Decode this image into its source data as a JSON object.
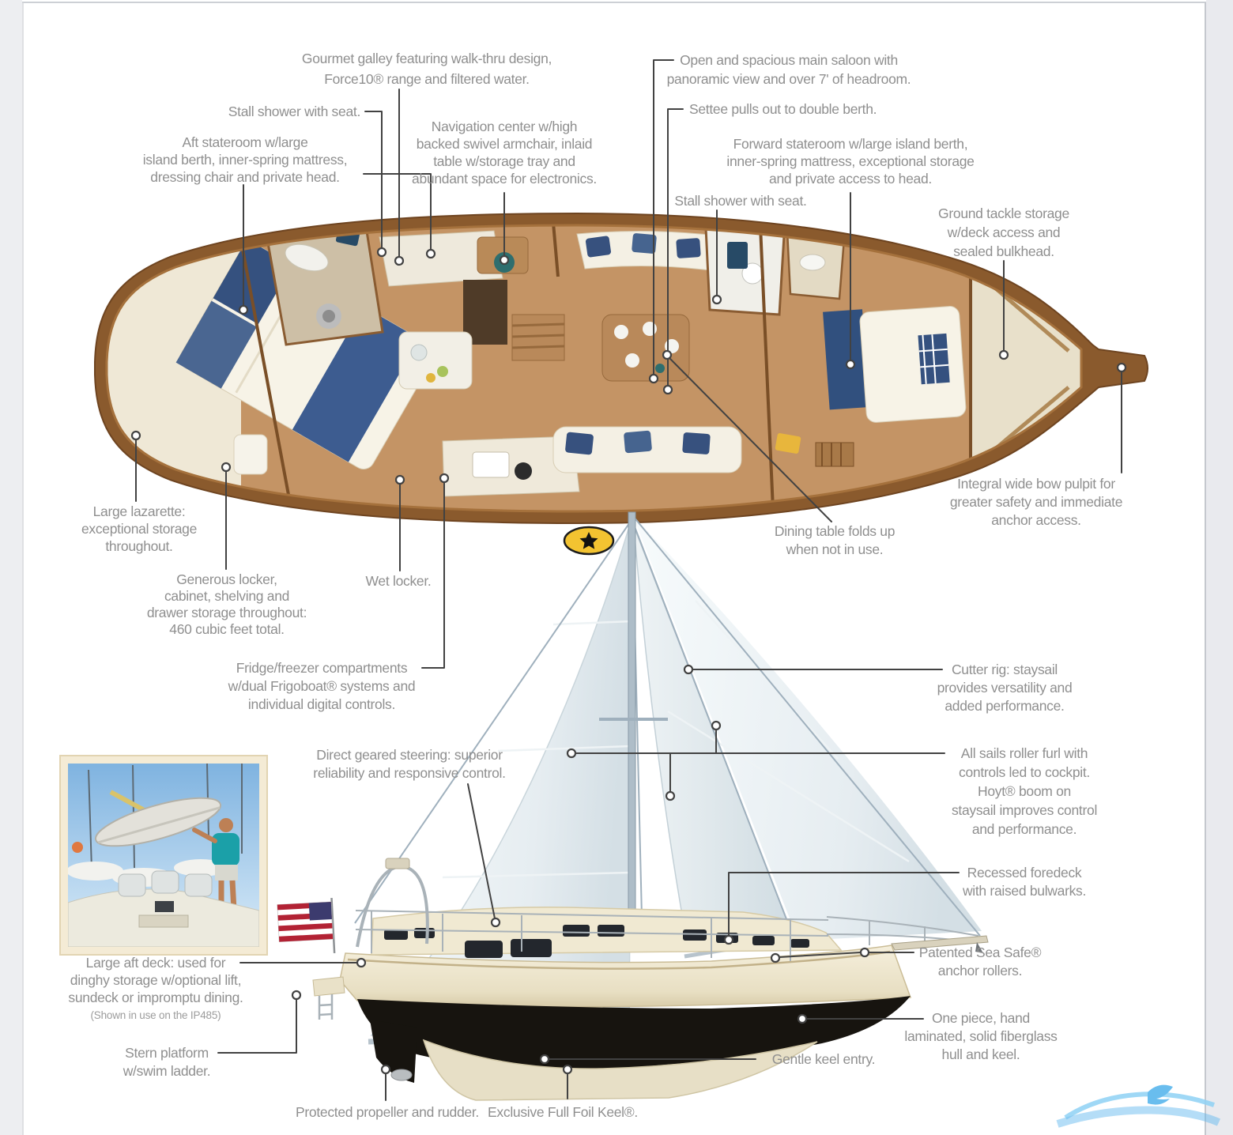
{
  "logo": {
    "icon": "star-in-oval"
  },
  "colors": {
    "label_text": "#8f8f8f",
    "leader_line": "#424242",
    "plan_wood_rim": "#8a5a2d",
    "plan_floor_wood": "#c49465",
    "hull_cream": "#ece4cc",
    "hull_bottom_black": "#17140f",
    "keel_cream": "#e7dfc6",
    "sail_light": "#f6fafb",
    "sail_shade": "#d9e3e8",
    "mast_gray": "#aebdc8",
    "cushion_navy": "#37517e",
    "logo_yellow": "#f3c331",
    "flag_red": "#b22234",
    "flag_blue": "#3c3b6e",
    "photo_teal": "#1ba0a8",
    "watermark_blue": "#7cc7f2"
  },
  "callouts": {
    "galley": {
      "lines": [
        "Gourmet galley featuring walk-thru design,",
        "Force10® range and filtered water."
      ]
    },
    "stall_shower_aft": {
      "lines": [
        "Stall shower with seat."
      ]
    },
    "aft_stateroom": {
      "lines": [
        "Aft stateroom w/large",
        "island berth, inner-spring mattress,",
        "dressing chair and private head."
      ]
    },
    "nav_center": {
      "lines": [
        "Navigation center w/high",
        "backed swivel armchair, inlaid",
        "table w/storage tray and",
        "abundant space for electronics."
      ]
    },
    "main_saloon": {
      "lines": [
        "Open and spacious main saloon with",
        "panoramic view and over 7' of headroom."
      ]
    },
    "settee": {
      "lines": [
        "Settee pulls out to double berth."
      ]
    },
    "forward_stateroom": {
      "lines": [
        "Forward stateroom w/large island berth,",
        "inner-spring mattress, exceptional storage",
        "and private access to head."
      ]
    },
    "stall_shower_fwd": {
      "lines": [
        "Stall shower with seat."
      ]
    },
    "ground_tackle": {
      "lines": [
        "Ground tackle storage",
        "w/deck access and",
        "sealed bulkhead."
      ]
    },
    "bow_pulpit": {
      "lines": [
        "Integral wide bow pulpit for",
        "greater safety and immediate",
        "anchor access."
      ]
    },
    "dining_table": {
      "lines": [
        "Dining table folds up",
        "when not in use."
      ]
    },
    "lazarette": {
      "lines": [
        "Large lazarette:",
        "exceptional storage",
        "throughout."
      ]
    },
    "lockers": {
      "lines": [
        "Generous locker,",
        "cabinet, shelving and",
        "drawer storage throughout:",
        "460 cubic feet total."
      ]
    },
    "wet_locker": {
      "lines": [
        "Wet locker."
      ]
    },
    "fridge_freezer": {
      "lines": [
        "Fridge/freezer compartments",
        "w/dual Frigoboat® systems and",
        "individual digital controls."
      ]
    },
    "steering": {
      "lines": [
        "Direct geared steering: superior",
        "reliability and responsive control."
      ]
    },
    "cutter_rig": {
      "lines": [
        "Cutter rig: staysail",
        "provides versatility and",
        "added performance."
      ]
    },
    "roller_furl": {
      "lines": [
        "All sails roller furl with",
        "controls led to cockpit.",
        "Hoyt® boom on",
        "staysail improves control",
        "and performance."
      ]
    },
    "foredeck": {
      "lines": [
        "Recessed foredeck",
        "with raised bulwarks."
      ]
    },
    "aft_deck": {
      "lines": [
        "Large aft deck: used for",
        "dinghy storage w/optional lift,",
        "sundeck or impromptu dining."
      ],
      "note": "(Shown in use on the IP485)"
    },
    "sea_safe": {
      "lines": [
        "Patented Sea Safe®",
        "anchor rollers."
      ]
    },
    "stern_platform": {
      "lines": [
        "Stern platform",
        "w/swim ladder."
      ]
    },
    "hull_construction": {
      "lines": [
        "One piece, hand",
        "laminated, solid fiberglass",
        "hull and keel."
      ]
    },
    "keel_entry": {
      "lines": [
        "Gentle keel entry."
      ]
    },
    "propeller": {
      "lines": [
        "Protected propeller and rudder."
      ]
    },
    "foil_keel": {
      "lines": [
        "Exclusive Full Foil Keel®."
      ]
    }
  }
}
